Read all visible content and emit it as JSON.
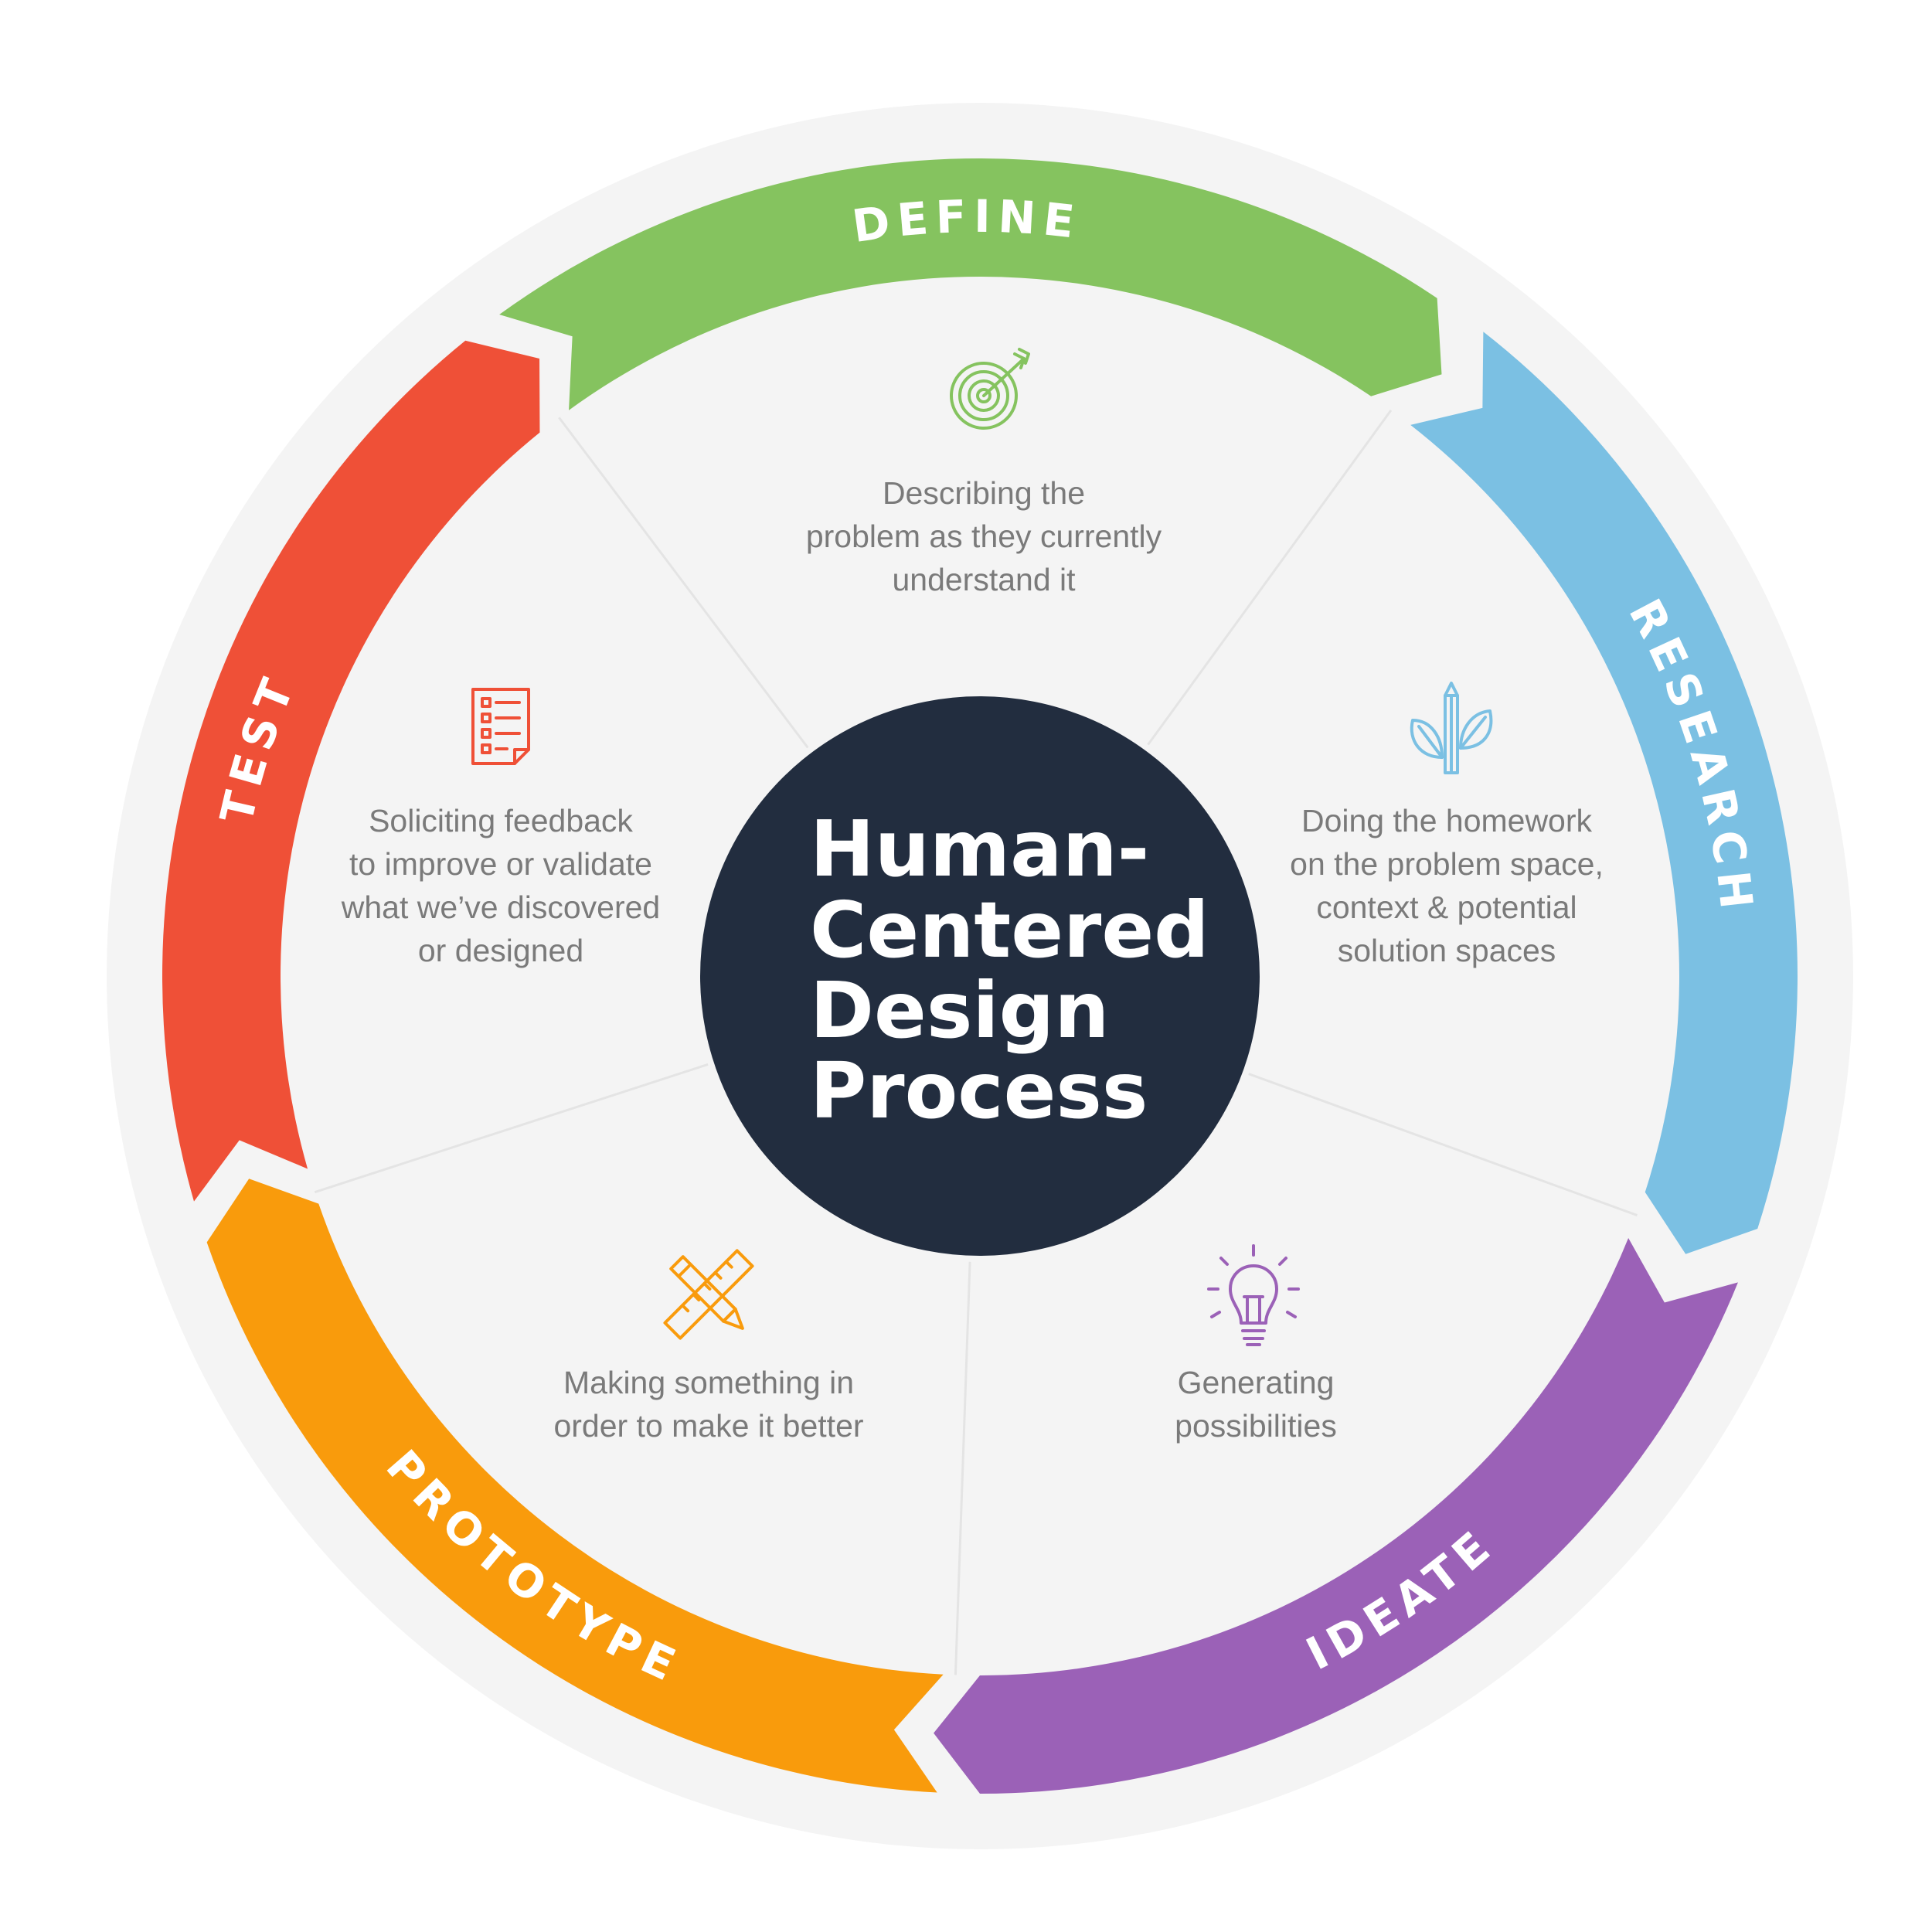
{
  "title": {
    "lines": [
      "Human-",
      "Centered",
      "Design",
      "Process"
    ]
  },
  "center_color": "#222d3f",
  "background_ring_color": "#f4f4f4",
  "divider_color": "#e4e4e4",
  "description_color": "#7a7a7a",
  "stages": [
    {
      "id": "define",
      "label": "DEFINE",
      "color": "#85c35f",
      "icon": "target-arrow-icon",
      "description": [
        "Describing the",
        "problem as they currently",
        "understand it"
      ]
    },
    {
      "id": "research",
      "label": "RESEARCH",
      "color": "#7bc0e3",
      "icon": "pencil-leaves-icon",
      "description": [
        "Doing the homework",
        "on the problem space,",
        "context & potential",
        "solution spaces"
      ]
    },
    {
      "id": "ideate",
      "label": "IDEATE",
      "color": "#9b61b7",
      "icon": "lightbulb-icon",
      "description": [
        "Generating",
        "possibilities"
      ]
    },
    {
      "id": "prototype",
      "label": "PROTOTYPE",
      "color": "#f99b0c",
      "icon": "pencil-ruler-icon",
      "description": [
        "Making something in",
        "order to make it better"
      ]
    },
    {
      "id": "test",
      "label": "TEST",
      "color": "#ef5037",
      "icon": "checklist-icon",
      "description": [
        "Soliciting feedback",
        "to improve or validate",
        "what we’ve discovered",
        "or designed"
      ]
    }
  ]
}
